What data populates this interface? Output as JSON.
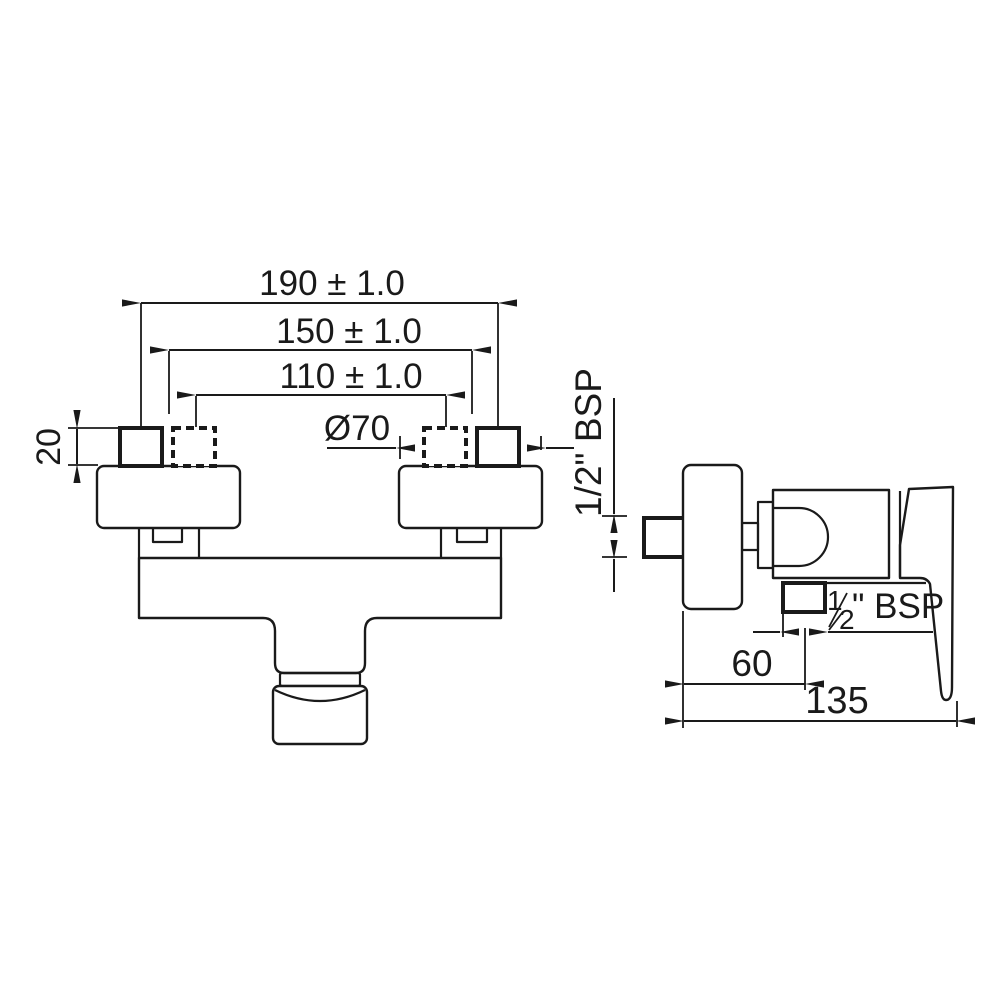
{
  "page": {
    "background": "#ffffff",
    "line_color": "#1a1a1a"
  },
  "drawing": {
    "type": "technical-drawing",
    "subject": "shower-mixer-installation-dimensions",
    "units": "mm",
    "views": {
      "front": {
        "name": "front-elevation",
        "dimensions": {
          "cc_outer": "190 ± 1.0",
          "cc_mid": "150 ± 1.0",
          "cc_inner": "110 ± 1.0",
          "flange_diameter": "Ø70",
          "inlet_depth": "20",
          "inlet_thread": "1/2\" BSP"
        }
      },
      "side": {
        "name": "side-elevation",
        "dimensions": {
          "outlet_offset": "60",
          "overall_depth": "135",
          "outlet_thread": {
            "numerator": "1",
            "denominator": "2",
            "suffix": "\" BSP"
          }
        }
      }
    }
  }
}
